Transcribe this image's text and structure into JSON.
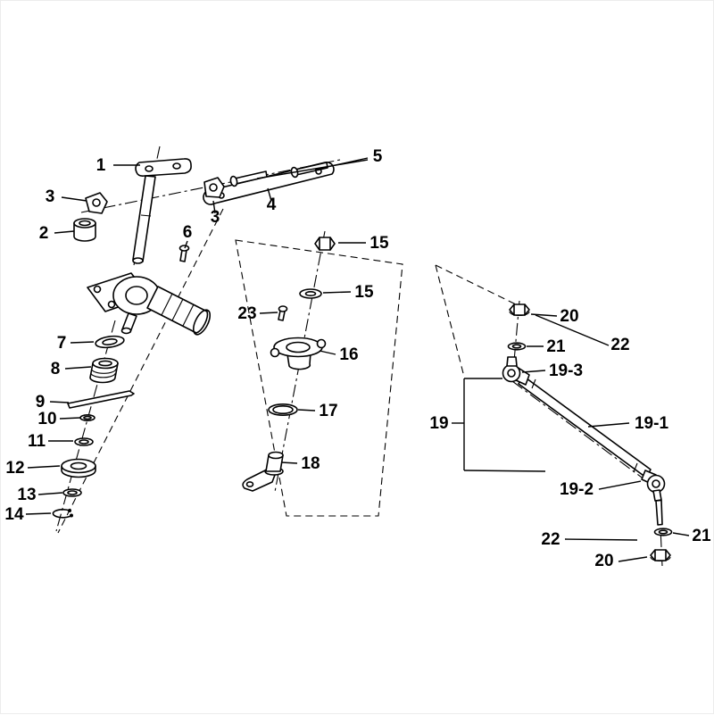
{
  "diagram": {
    "kind": "exploded-parts-diagram",
    "subject": "steering column and tie-rod assembly",
    "colors": {
      "ink": "#000000",
      "paper": "#ffffff"
    },
    "labels": [
      {
        "id": "1",
        "text": "1"
      },
      {
        "id": "5",
        "text": "5"
      },
      {
        "id": "3-left",
        "text": "3"
      },
      {
        "id": "3-right",
        "text": "3"
      },
      {
        "id": "4",
        "text": "4"
      },
      {
        "id": "2",
        "text": "2"
      },
      {
        "id": "6",
        "text": "6"
      },
      {
        "id": "15-top",
        "text": "15"
      },
      {
        "id": "15-mid",
        "text": "15"
      },
      {
        "id": "23",
        "text": "23"
      },
      {
        "id": "16",
        "text": "16"
      },
      {
        "id": "7",
        "text": "7"
      },
      {
        "id": "8",
        "text": "8"
      },
      {
        "id": "9",
        "text": "9"
      },
      {
        "id": "10",
        "text": "10"
      },
      {
        "id": "11",
        "text": "11"
      },
      {
        "id": "12",
        "text": "12"
      },
      {
        "id": "17",
        "text": "17"
      },
      {
        "id": "13",
        "text": "13"
      },
      {
        "id": "14",
        "text": "14"
      },
      {
        "id": "18",
        "text": "18"
      },
      {
        "id": "20-top",
        "text": "20"
      },
      {
        "id": "22-top",
        "text": "22"
      },
      {
        "id": "21-top",
        "text": "21"
      },
      {
        "id": "19-3",
        "text": "19-3"
      },
      {
        "id": "19",
        "text": "19"
      },
      {
        "id": "19-1",
        "text": "19-1"
      },
      {
        "id": "19-2",
        "text": "19-2"
      },
      {
        "id": "21-bottom",
        "text": "21"
      },
      {
        "id": "22-bottom",
        "text": "22"
      },
      {
        "id": "20-bottom",
        "text": "20"
      }
    ]
  }
}
